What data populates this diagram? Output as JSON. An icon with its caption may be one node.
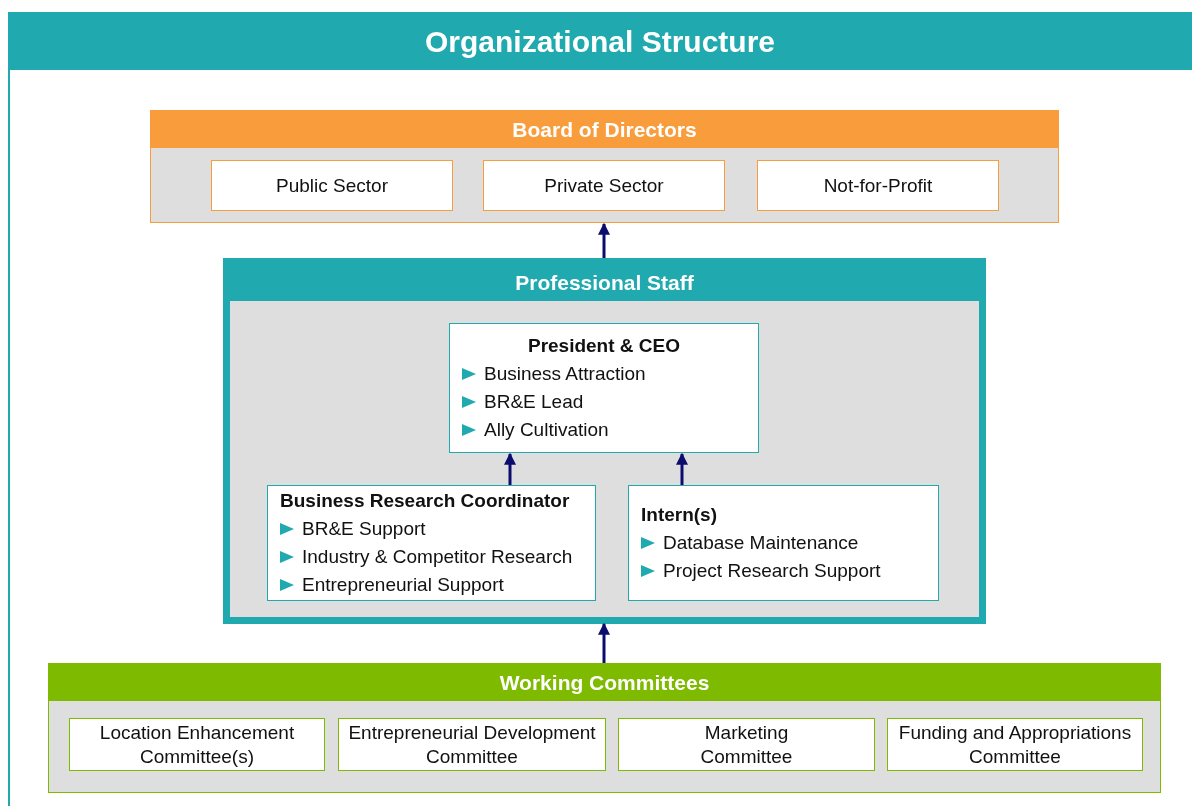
{
  "diagram": {
    "title": "Organizational Structure",
    "nodes": [
      {
        "text": [
          "Board of Directors"
        ]
      },
      {
        "text": [
          "Public Sector"
        ],
        "in": 0
      },
      {
        "text": [
          "Private Sector"
        ],
        "in": 0
      },
      {
        "text": [
          "Not-for-Profit"
        ],
        "in": 0
      },
      {
        "text": [
          "Professional Staff"
        ]
      },
      {
        "text": [
          "President & CEO",
          "Business Attraction",
          "BR&E Lead",
          "Ally Cultivation"
        ],
        "in": 4
      },
      {
        "text": [
          "Business Research Coordinator",
          "BR&E Support",
          "Industry & Competitor Research",
          "Entrepreneurial Support"
        ],
        "in": 4
      },
      {
        "text": [
          "Intern(s)",
          "Database Maintenance",
          "Project Research Support"
        ],
        "in": 4
      },
      {
        "text": [
          "Working Committees"
        ]
      },
      {
        "text": [
          "Location Enhancement Committee(s)"
        ],
        "in": 8
      },
      {
        "text": [
          "Entrepreneurial Development Committee"
        ],
        "in": 8
      },
      {
        "text": [
          "Marketing Committee"
        ],
        "in": 8
      },
      {
        "text": [
          "Funding and Appropriations Committee"
        ],
        "in": 8
      }
    ],
    "edges": [
      {
        "from": 4,
        "to": 0,
        "arrow": "to"
      },
      {
        "from": 6,
        "to": 5,
        "arrow": "to"
      },
      {
        "from": 7,
        "to": 5,
        "arrow": "to"
      },
      {
        "from": 8,
        "to": 4,
        "arrow": "to"
      }
    ]
  }
}
